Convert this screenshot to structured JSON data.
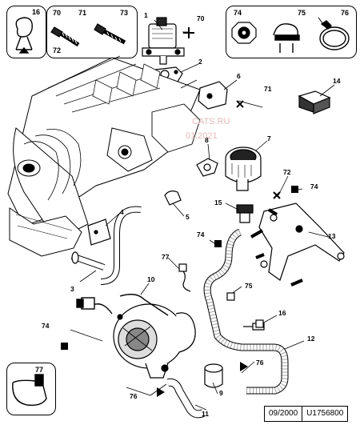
{
  "watermark": {
    "line1": "CATS.RU",
    "line2": "01.2021"
  },
  "footer": {
    "date": "09/2000",
    "code": "U1756800"
  },
  "inset_boxes": {
    "box_a": [
      "16"
    ],
    "box_b": [
      "70",
      "71",
      "73",
      "72"
    ],
    "box_c": [
      "74",
      "75",
      "76"
    ],
    "box_d": [
      "77"
    ]
  },
  "callouts": [
    "1",
    "70",
    "2",
    "6",
    "71",
    "14",
    "8",
    "7",
    "72",
    "74",
    "15",
    "4",
    "5",
    "13",
    "74",
    "77",
    "3",
    "75",
    "10",
    "16",
    "74",
    "12",
    "76",
    "9",
    "76",
    "11"
  ]
}
